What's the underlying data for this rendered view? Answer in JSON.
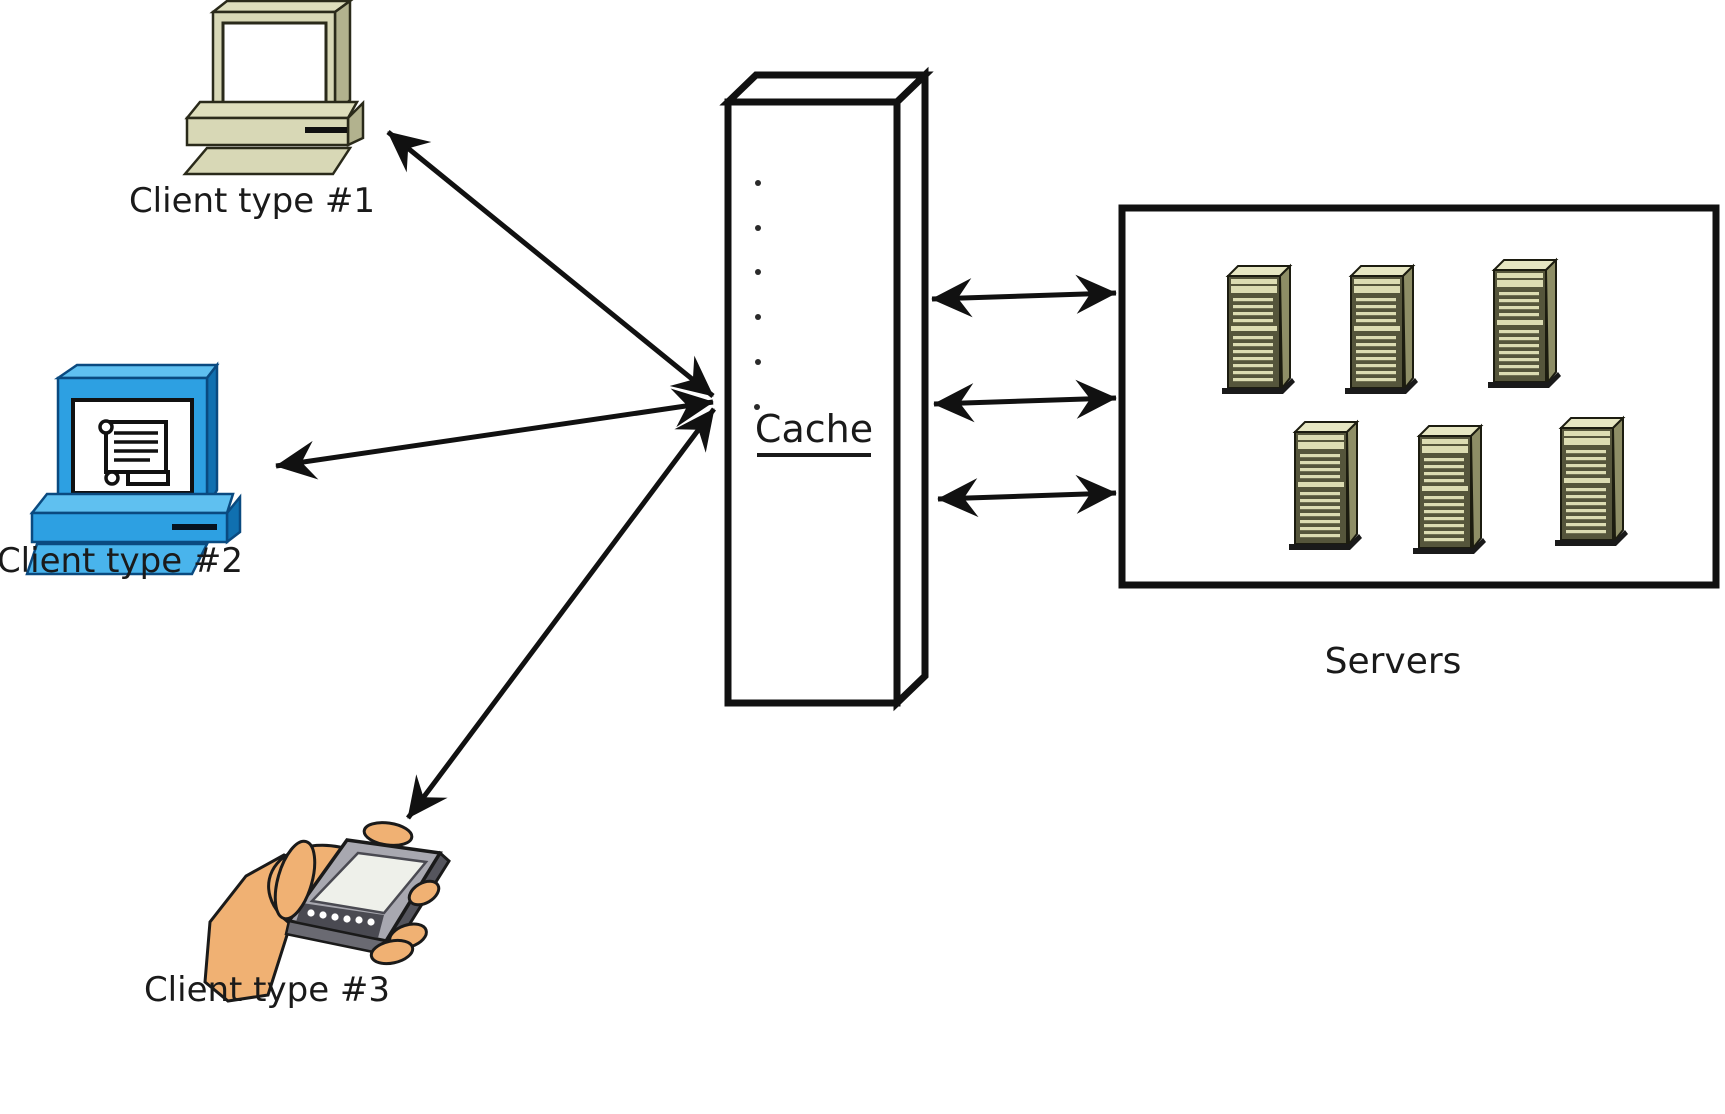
{
  "diagram": {
    "type": "architecture-diagram",
    "background": "#ffffff",
    "nodes": [
      {
        "id": "client1",
        "label": "Client type #1",
        "icon": "desktop-computer-beige"
      },
      {
        "id": "client2",
        "label": "Client type #2",
        "icon": "desktop-computer-blue-with-document"
      },
      {
        "id": "client3",
        "label": "Client type #3",
        "icon": "hand-holding-mobile-device"
      },
      {
        "id": "cache",
        "label": "Cache",
        "icon": "tall-3d-box-with-ellipsis-dots"
      },
      {
        "id": "servers",
        "label": "Servers",
        "icon": "server-tower-group",
        "server_count": 6
      }
    ],
    "edges": [
      {
        "from": "client1",
        "to": "cache",
        "style": "double-headed-arrow"
      },
      {
        "from": "client2",
        "to": "cache",
        "style": "double-headed-arrow"
      },
      {
        "from": "client3",
        "to": "cache",
        "style": "double-headed-arrow"
      },
      {
        "from": "cache",
        "to": "servers",
        "style": "double-headed-arrow"
      },
      {
        "from": "cache",
        "to": "servers",
        "style": "double-headed-arrow"
      },
      {
        "from": "cache",
        "to": "servers",
        "style": "double-headed-arrow"
      }
    ],
    "colors": {
      "line": "#111111",
      "beige_body": "#d8d8b6",
      "beige_shade": "#b2b28e",
      "blue_body": "#2da0e2",
      "blue_light": "#5fc0f0",
      "blue_dark": "#1070b0",
      "skin": "#f0b173",
      "server_front": "#55553b",
      "server_light": "#dcdcb2",
      "server_side": "#8e8e66",
      "box_fill": "#ffffff"
    }
  }
}
